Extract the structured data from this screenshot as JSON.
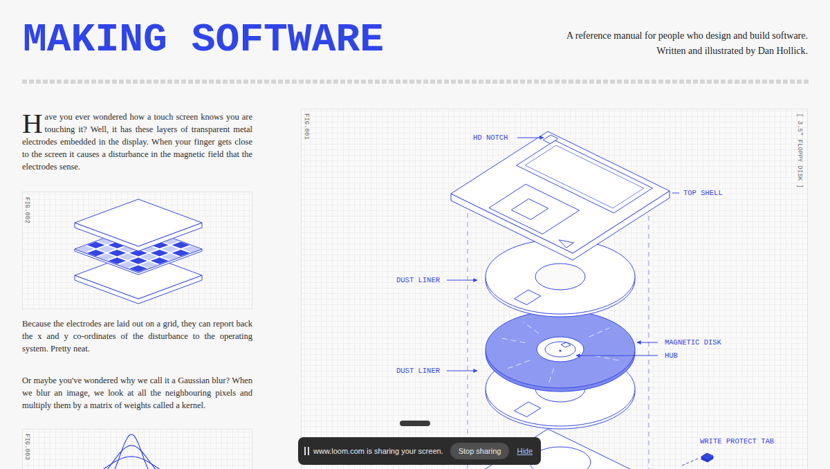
{
  "diagram": {
    "title": "MAKING SOFTWARE",
    "nodes": [
      {
        "text": [
          "FIG.001",
          "[ 3.5\" FLOPPY DISK ]"
        ]
      },
      {
        "text": [
          "FIG.002"
        ]
      },
      {
        "text": [
          "FIG.003"
        ]
      },
      {
        "text": [
          "www.loom.com is sharing your screen.",
          "Hide"
        ]
      },
      {
        "text": [
          "Stop sharing"
        ],
        "in": 3
      }
    ],
    "labels": [
      "A reference manual for people who design and build software.",
      "Written and illustrated by Dan Hollick.",
      "Have you ever wondered how a touch screen knows you are touching it? Well, it has these layers of transparent metal electrodes embedded in the display. When your finger gets close to the screen it causes a disturbance in the magnetic field that the electrodes sense.",
      "Because the electrodes are laid out on a grid, they can report back the x and y co-ordinates of the disturbance to the operating system. Pretty neat.",
      "Or maybe you've wondered why we call it a Gaussian blur? When we blur an image, we look at all the neighbouring pixels and multiply them by a matrix of weights called a kernel.",
      "HD NOTCH",
      "TOP SHELL",
      "DUST LINER",
      "MAGNETIC DISK",
      "HUB",
      "DUST LINER",
      "WRITE PROTECT TAB"
    ]
  }
}
